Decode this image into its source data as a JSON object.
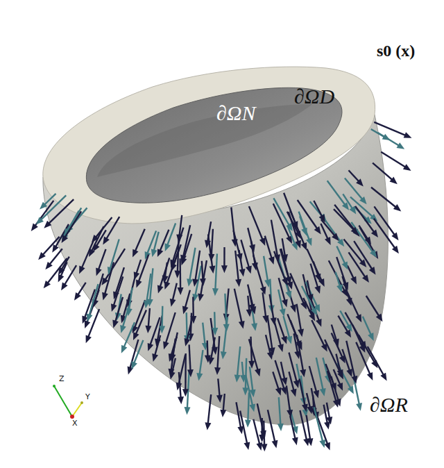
{
  "diagram": {
    "labels": [
      "s0 (x)",
      "∂ΩN",
      "∂ΩD",
      "∂ΩR",
      "Z",
      "Y",
      "X"
    ]
  }
}
